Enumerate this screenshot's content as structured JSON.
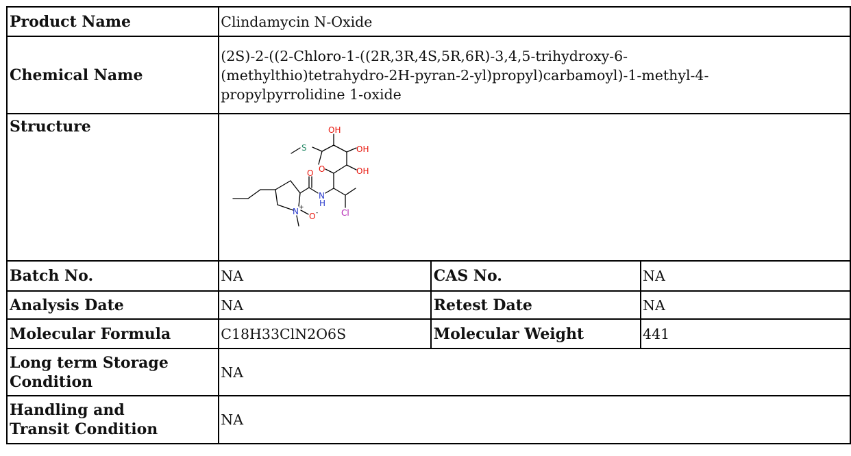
{
  "rows": {
    "product_name": {
      "label": "Product Name",
      "value": "Clindamycin N-Oxide"
    },
    "chemical_name": {
      "label": "Chemical Name",
      "lines": [
        "(2S)-2-((2-Chloro-1-((2R,3R,4S,5R,6R)-3,4,5-trihydroxy-6-",
        "(methylthio)tetrahydro-2H-pyran-2-yl)propyl)carbamoyl)-1-methyl-4-",
        "propylpyrrolidine 1-oxide"
      ]
    },
    "structure": {
      "label": "Structure",
      "atom_labels": {
        "s": "S",
        "oh_top": "OH",
        "oh_right": "OH",
        "oh_lower": "OH",
        "o_ring": "O",
        "o_carbonyl": "O",
        "n_amide": "N",
        "h_amide": "H",
        "n_oxide": "N",
        "plus": "+",
        "o_oxide": "O",
        "minus": "-",
        "cl": "Cl"
      },
      "colors": {
        "bond": "#000000",
        "oxygen": "#e8140a",
        "nitrogen": "#2b3ccc",
        "sulfur": "#2a8c6a",
        "chlorine": "#b01cb0"
      }
    },
    "batch": {
      "label": "Batch No.",
      "value": "NA",
      "label2": "CAS No.",
      "value2": "NA"
    },
    "analysis": {
      "label": "Analysis Date",
      "value": "NA",
      "label2": "Retest Date",
      "value2": "NA"
    },
    "formula": {
      "label": "Molecular Formula",
      "value": "C18H33ClN2O6S",
      "label2": "Molecular Weight",
      "value2": "441"
    },
    "storage": {
      "label_lines": [
        "Long term Storage",
        "Condition"
      ],
      "value": "NA"
    },
    "handling": {
      "label_lines": [
        "Handling and",
        "Transit Condition"
      ],
      "value": "NA"
    }
  }
}
